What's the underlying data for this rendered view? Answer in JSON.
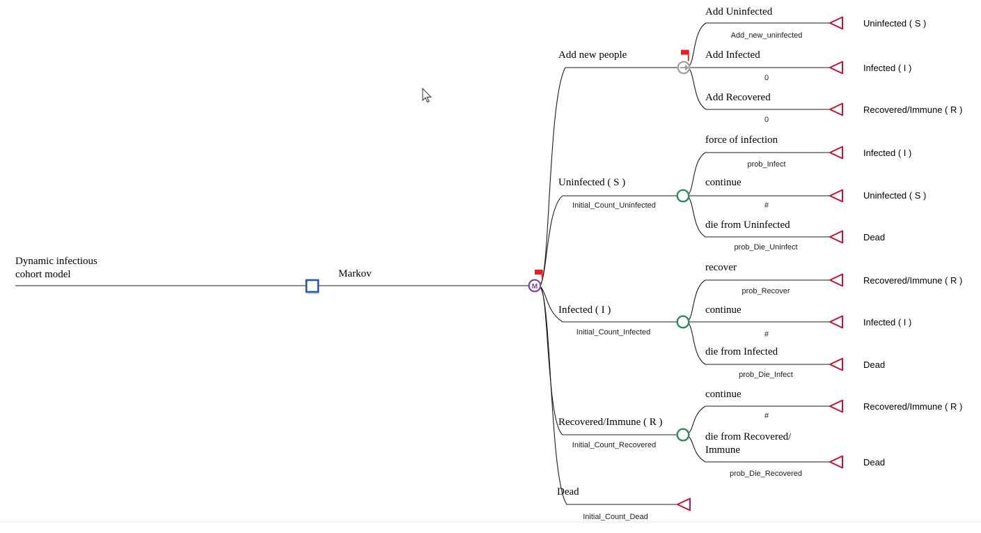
{
  "colors": {
    "background": "#ffffff",
    "line": "#1a1a1a",
    "decision_blue": "#2457a8",
    "markov_purple": "#7d3f9e",
    "chance_green": "#2e8b57",
    "label_gray": "#9a9a9a",
    "terminal_red": "#c41230",
    "flag_red": "#ed1c24"
  },
  "tree": {
    "title_line1": "Dynamic infectious",
    "title_line2": "cohort model",
    "markov_branch_label": "Markov",
    "markov_symbol": "M",
    "states": [
      {
        "label": "Add new people",
        "children": [
          {
            "label": "Add Uninfected",
            "value": "Add_new_uninfected",
            "terminal": "Uninfected ( S )"
          },
          {
            "label": "Add Infected",
            "value": "0",
            "terminal": "Infected ( I )"
          },
          {
            "label": "Add Recovered",
            "value": "0",
            "terminal": "Recovered/Immune ( R )"
          }
        ]
      },
      {
        "label": "Uninfected ( S )",
        "value": "Initial_Count_Uninfected",
        "children": [
          {
            "label": "force of infection",
            "value": "prob_Infect",
            "terminal": "Infected ( I )"
          },
          {
            "label": "continue",
            "value": "#",
            "terminal": "Uninfected ( S )"
          },
          {
            "label": "die from Uninfected",
            "value": "prob_Die_Uninfect",
            "terminal": "Dead"
          }
        ]
      },
      {
        "label": "Infected ( I )",
        "value": "Initial_Count_Infected",
        "children": [
          {
            "label": "recover",
            "value": "prob_Recover",
            "terminal": "Recovered/Immune ( R )"
          },
          {
            "label": "continue",
            "value": "#",
            "terminal": "Infected ( I )"
          },
          {
            "label": "die from Infected",
            "value": "prob_Die_Infect",
            "terminal": "Dead"
          }
        ]
      },
      {
        "label": "Recovered/Immune ( R )",
        "value": "Initial_Count_Recovered",
        "children": [
          {
            "label": "continue",
            "value": "#",
            "terminal": "Recovered/Immune ( R )"
          },
          {
            "label": "die from Recovered/",
            "label_line2": "Immune",
            "value": "prob_Die_Recovered",
            "terminal": "Dead"
          }
        ]
      },
      {
        "label": "Dead",
        "value": "Initial_Count_Dead"
      }
    ]
  }
}
